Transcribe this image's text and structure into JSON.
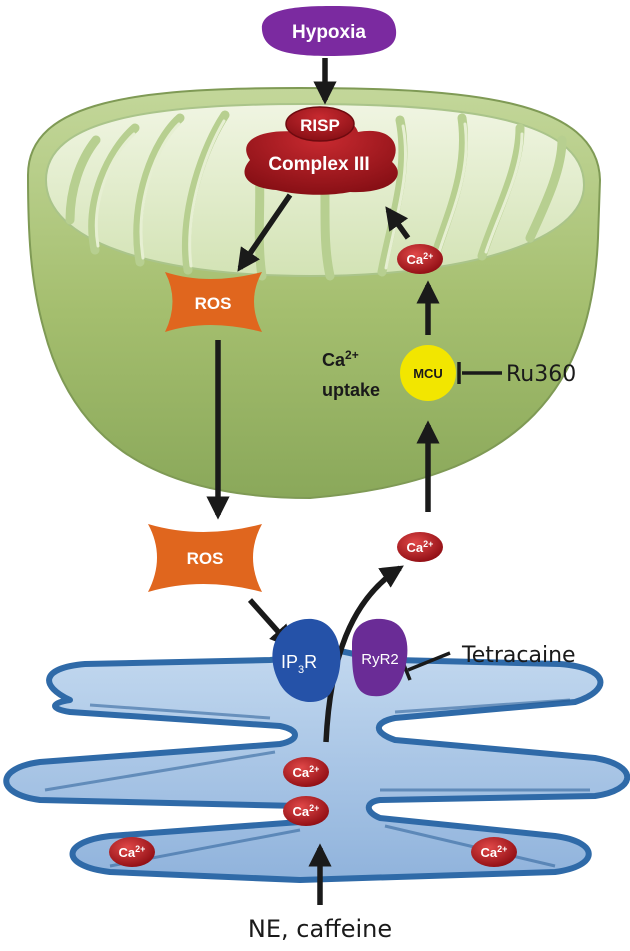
{
  "nodes": {
    "hypoxia": "Hypoxia",
    "risp": "RISP",
    "complex3": "Complex III",
    "ros_mito": "ROS",
    "ros_cyto": "ROS",
    "mcu": "MCU",
    "ca_uptake_line1": "Ca",
    "ca_uptake_sup": "2+",
    "ca_uptake_line2": "uptake",
    "ru360": "Ru360",
    "tetracaine": "Tetracaine",
    "ip3r_main": "IP",
    "ip3r_sub": "3",
    "ip3r_tail": "R",
    "ryr2": "RyR2",
    "ne_caffeine": "NE, caffeine"
  },
  "calcium": {
    "base": "Ca",
    "charge": "2+"
  },
  "colors": {
    "hypoxia": "#7b2aa0",
    "complex3": "#a3141c",
    "ros": "#e0661e",
    "mcu": "#f2e600",
    "calcium": "#b5141b",
    "ip3r": "#2552a8",
    "ryr2": "#6a2c96",
    "mito_outer": "#a9c37a",
    "er_fill": "#a9c6e6",
    "er_stroke": "#2f6aa8"
  }
}
